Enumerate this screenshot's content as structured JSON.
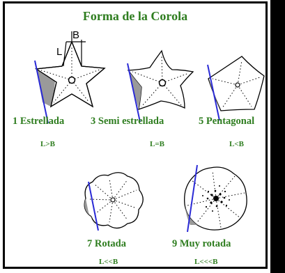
{
  "title": "Forma de la Corola",
  "dimension_labels": {
    "length": "L",
    "breadth": "B"
  },
  "shapes": [
    {
      "caption": "1 Estrellada",
      "relation": "L>B"
    },
    {
      "caption": "3 Semi estrellada",
      "relation": "L=B"
    },
    {
      "caption": "5 Pentagonal",
      "relation": "L<B"
    },
    {
      "caption": "7 Rotada",
      "relation": "L<<B"
    },
    {
      "caption": "9 Muy rotada",
      "relation": "L<<<B"
    }
  ],
  "colors": {
    "text": "#2e7d1f",
    "guide_line": "#2b2bd6",
    "shaded_area": "#9a9a9a"
  }
}
